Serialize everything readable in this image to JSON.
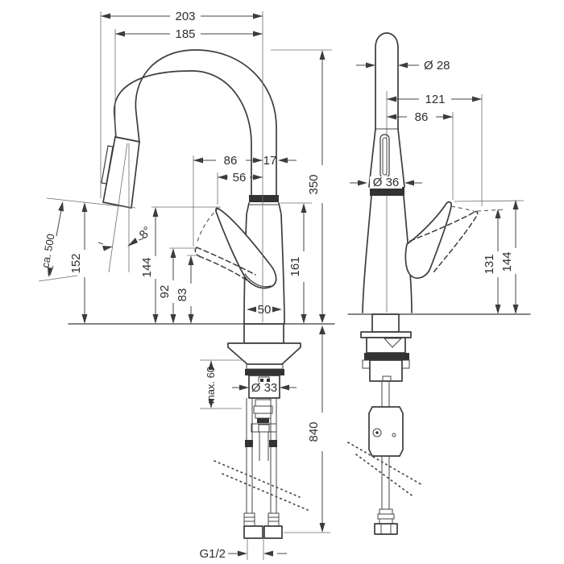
{
  "dims": {
    "front": {
      "d203": "203",
      "d185": "185",
      "d86": "86",
      "d17": "17",
      "d56": "56",
      "d350": "350",
      "d161": "161",
      "d144": "144",
      "d92": "92",
      "d83": "83",
      "d152": "152",
      "ca500": "ca. 500",
      "angle": "8°",
      "d50": "50",
      "dia33": "Ø 33",
      "max60": "max. 60",
      "d840": "840",
      "thread": "G1/2"
    },
    "side": {
      "dia28": "Ø 28",
      "d121": "121",
      "d86": "86",
      "dia36": "Ø 36",
      "d131": "131",
      "d144": "144"
    }
  },
  "style": {
    "line_color": "#3c3c3c",
    "background": "#ffffff"
  }
}
